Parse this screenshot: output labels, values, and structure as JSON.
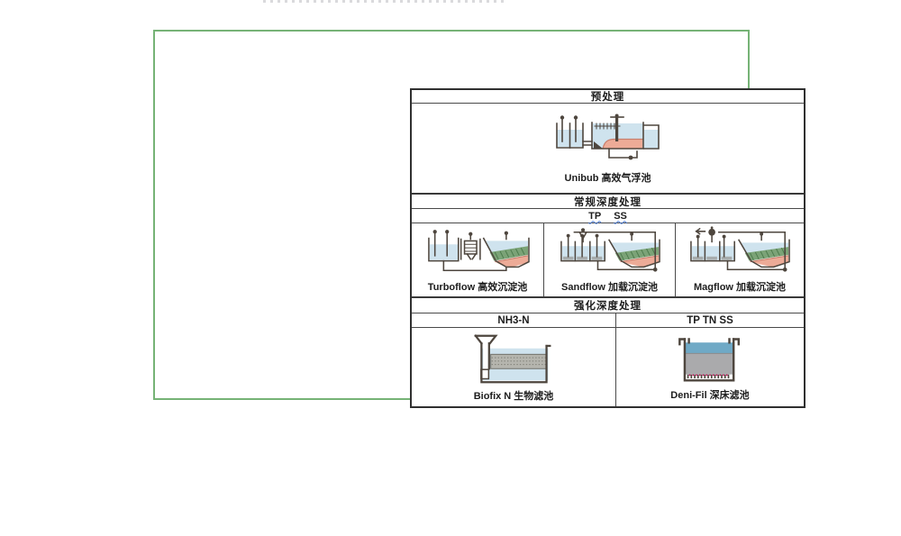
{
  "diagram": {
    "pretreatment": {
      "title": "预处理",
      "caption": "Unibub 高效气浮池"
    },
    "conventional": {
      "title": "常规深度处理",
      "params": [
        "TP",
        "SS"
      ],
      "items": [
        {
          "caption": "Turboflow 高效沉淀池"
        },
        {
          "caption": "Sandflow 加载沉淀池"
        },
        {
          "caption": "Magflow 加载沉淀池"
        }
      ]
    },
    "enhanced": {
      "title": "强化深度处理",
      "columns": [
        {
          "param": "NH3-N",
          "caption": "Biofix N 生物滤池"
        },
        {
          "param": "TP TN SS",
          "caption": "Deni-Fil 深床滤池"
        }
      ]
    },
    "colors": {
      "frame_green": "#76b376",
      "table_border": "#303030",
      "water_light": "#cfe3ee",
      "water_deep": "#6fa9c6",
      "sludge_salmon": "#edab97",
      "lamella_green": "#7ba377",
      "media_gray": "#b5b5ae",
      "outline_dark": "#4e463e",
      "squiggle_blue": "#4a7bd4"
    }
  }
}
